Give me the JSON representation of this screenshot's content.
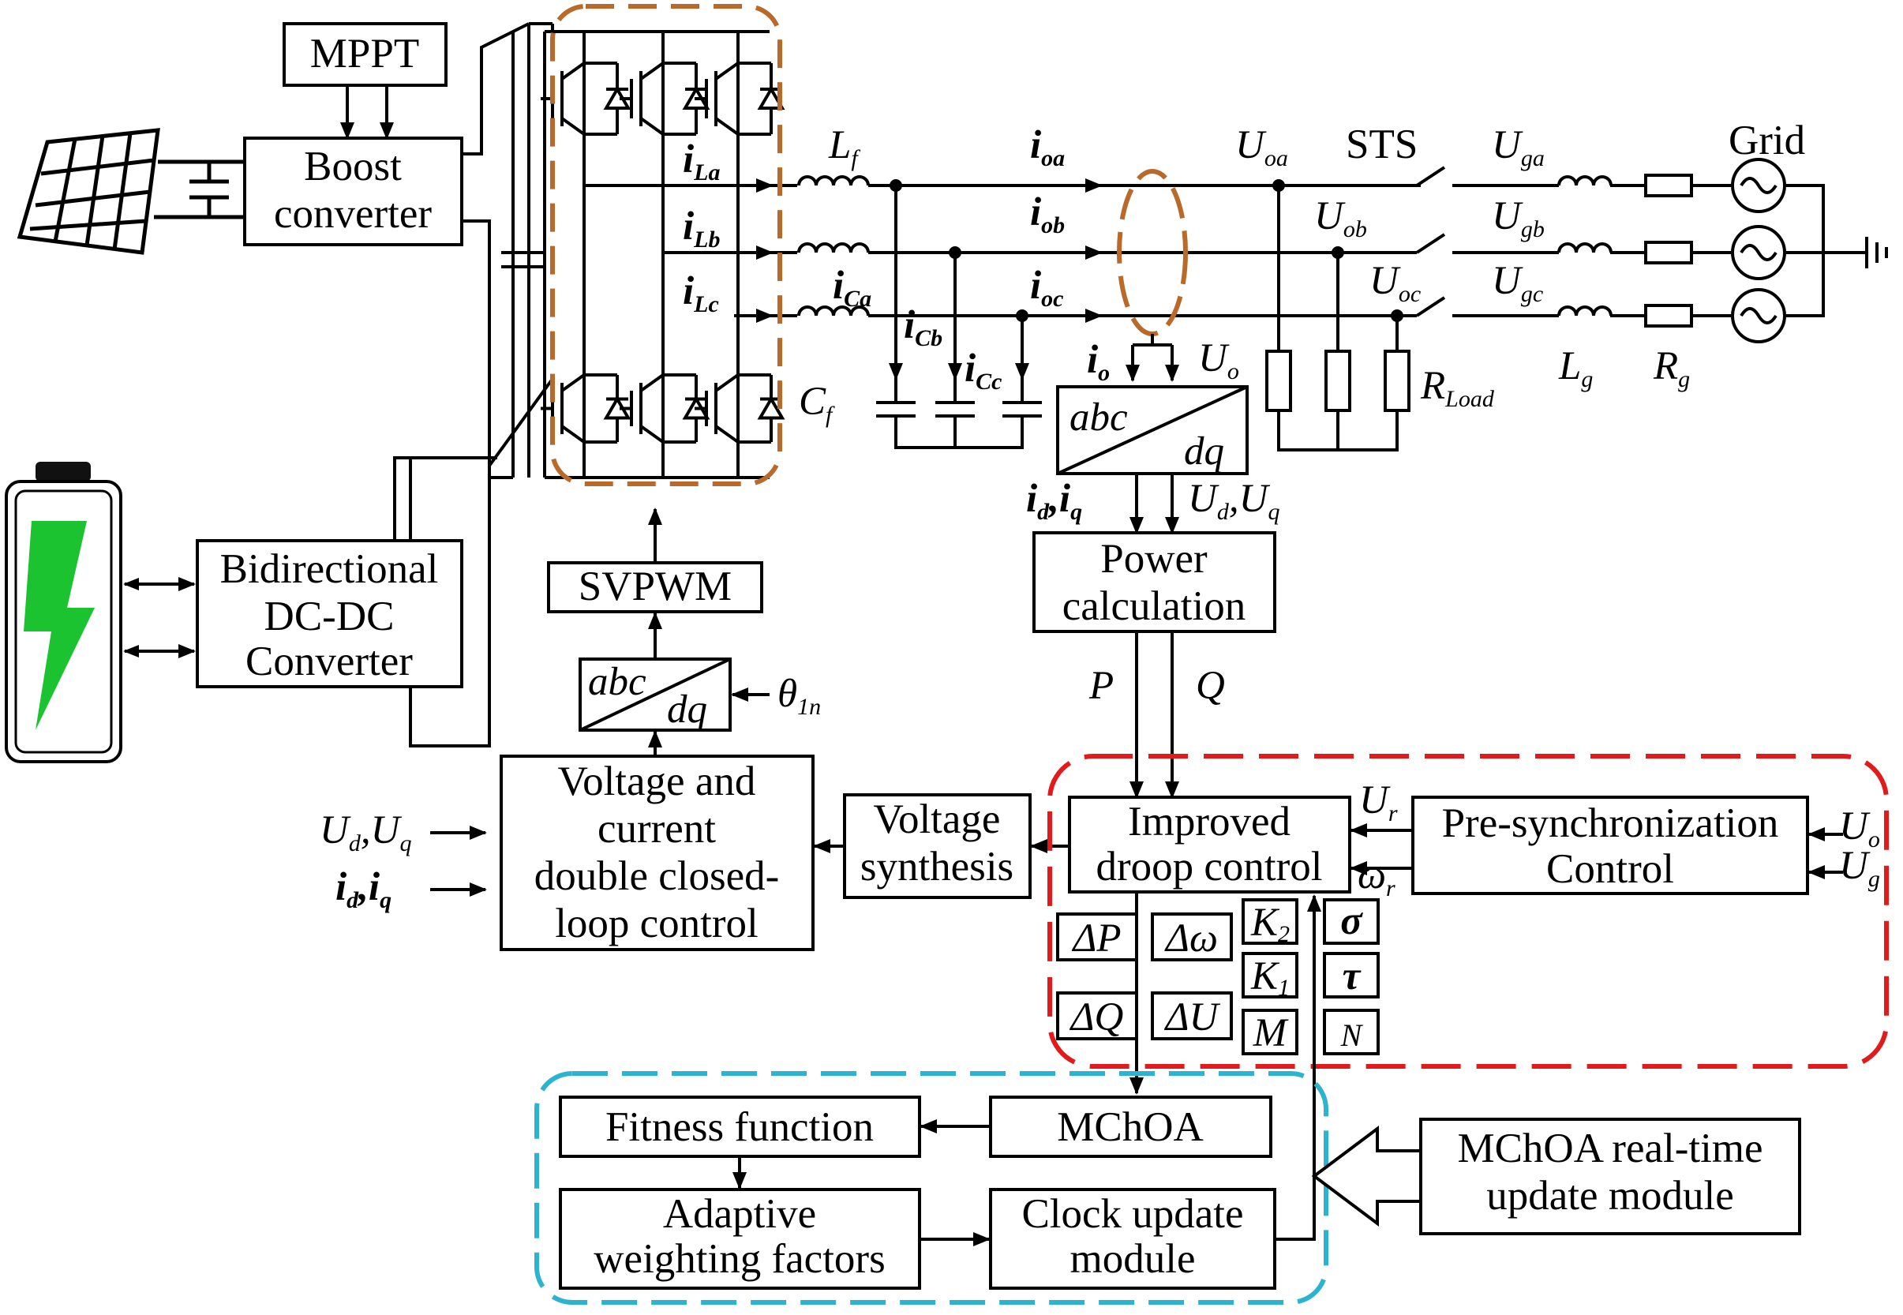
{
  "colors": {
    "inverter_box": "#b96a2a",
    "droop_box": "#e11b1b",
    "mchoa_box": "#2bb3cf",
    "battery_bolt": "#1cc331",
    "line": "#000000"
  },
  "blocks": {
    "mppt": "MPPT",
    "boost": [
      "Boost",
      "converter"
    ],
    "bidirectional": [
      "Bidirectional",
      "DC-DC",
      "Converter"
    ],
    "svpwm": "SVPWM",
    "abc_dq_upper": {
      "a": "abc",
      "b": "dq"
    },
    "abc_dq_lower": {
      "a": "abc",
      "b": "dq"
    },
    "power_calc": [
      "Power",
      "calculation"
    ],
    "voltage_current": [
      "Voltage and",
      "current",
      "double closed-",
      "loop control"
    ],
    "voltage_synthesis": [
      "Voltage",
      "synthesis"
    ],
    "improved_droop": [
      "Improved",
      "droop control"
    ],
    "presync": [
      "Pre-synchronization",
      "Control"
    ],
    "fitness": "Fitness function",
    "mchoa": "MChOA",
    "adaptive": [
      "Adaptive",
      "weighting factors"
    ],
    "clock": [
      "Clock update",
      "module"
    ],
    "realtime": [
      "MChOA real-time",
      "update module"
    ]
  },
  "labels": {
    "sts": "STS",
    "grid": "Grid",
    "theta": {
      "main": "θ",
      "sub": "1n"
    },
    "P": "P",
    "Q": "Q",
    "Lf": {
      "main": "L",
      "sub": "f"
    },
    "Cf": {
      "main": "C",
      "sub": "f"
    },
    "Lg": {
      "main": "L",
      "sub": "g"
    },
    "Rg": {
      "main": "R",
      "sub": "g"
    },
    "RLoad": {
      "main": "R",
      "sub": "Load"
    },
    "iLa": {
      "main": "i",
      "sub": "La"
    },
    "iLb": {
      "main": "i",
      "sub": "Lb"
    },
    "iLc": {
      "main": "i",
      "sub": "Lc"
    },
    "ioa": {
      "main": "i",
      "sub": "oa"
    },
    "iob": {
      "main": "i",
      "sub": "ob"
    },
    "ioc": {
      "main": "i",
      "sub": "oc"
    },
    "iCa": {
      "main": "i",
      "sub": "Ca"
    },
    "iCb": {
      "main": "i",
      "sub": "Cb"
    },
    "iCc": {
      "main": "i",
      "sub": "Cc"
    },
    "io": {
      "main": "i",
      "sub": "o"
    },
    "Uo": {
      "main": "U",
      "sub": "o"
    },
    "Uoa": {
      "main": "U",
      "sub": "oa"
    },
    "Uob": {
      "main": "U",
      "sub": "ob"
    },
    "Uoc": {
      "main": "U",
      "sub": "oc"
    },
    "Uga": {
      "main": "U",
      "sub": "ga"
    },
    "Ugb": {
      "main": "U",
      "sub": "gb"
    },
    "Ugc": {
      "main": "U",
      "sub": "gc"
    },
    "Ur": {
      "main": "U",
      "sub": "r"
    },
    "wr": {
      "main": "ω",
      "sub": "r"
    },
    "Uo_in": {
      "main": "U",
      "sub": "o"
    },
    "Ug_in": {
      "main": "U",
      "sub": "g"
    },
    "idiq_calc": {
      "a": "i",
      "as": "d",
      "b": ",i",
      "bs": "q"
    },
    "UdUq_calc": {
      "a": "U",
      "as": "d",
      "b": ",U",
      "bs": "q"
    },
    "UdUq_in": {
      "a": "U",
      "as": "d",
      "b": ",U",
      "bs": "q"
    },
    "idiq_in": {
      "a": "i",
      "as": "d",
      "b": ",i",
      "bs": "q"
    }
  },
  "params": {
    "dP": "ΔP",
    "dw": "Δω",
    "dQ": "ΔQ",
    "dU": "ΔU",
    "K2": {
      "main": "K",
      "sub": "2"
    },
    "K1": {
      "main": "K",
      "sub": "1"
    },
    "M": "M",
    "sigma": "σ",
    "tau": "τ",
    "N": "N"
  }
}
